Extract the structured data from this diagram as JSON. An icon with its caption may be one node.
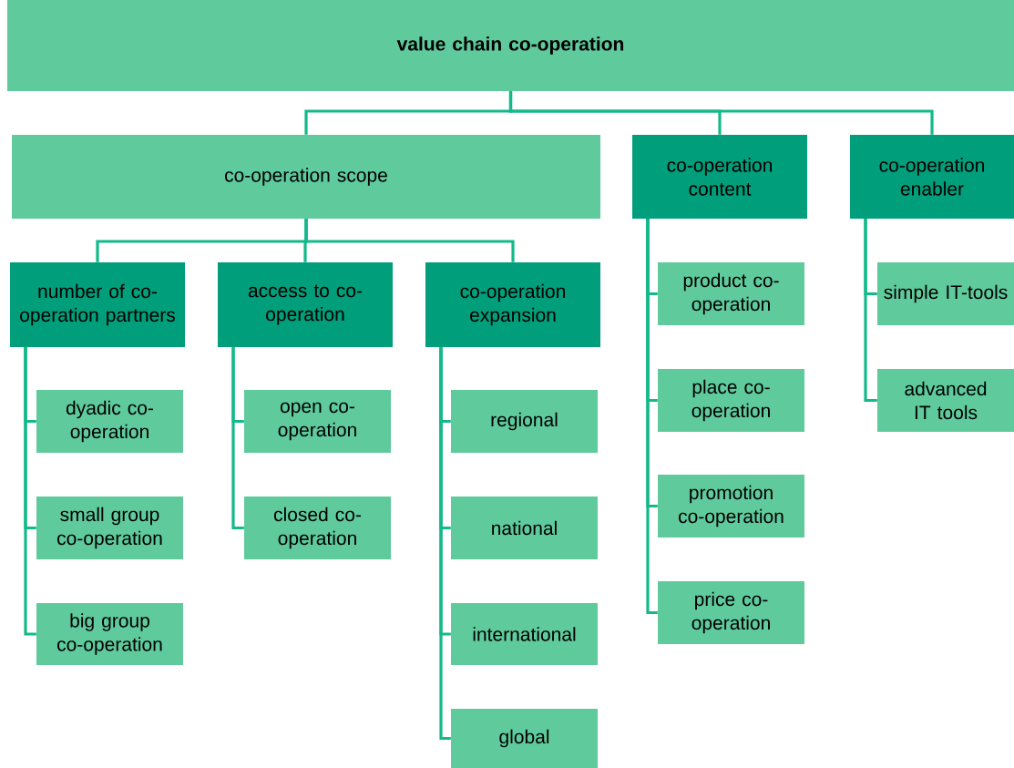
{
  "diagram": {
    "nodes": [
      {
        "text": [
          "value chain co-operation"
        ]
      },
      {
        "text": [
          "co-operation scope"
        ]
      },
      {
        "text": [
          "co-operation content"
        ]
      },
      {
        "text": [
          "co-operation enabler"
        ]
      },
      {
        "text": [
          "number of co-operation partners"
        ]
      },
      {
        "text": [
          "access to co-operation"
        ]
      },
      {
        "text": [
          "co-operation expansion"
        ]
      },
      {
        "text": [
          "dyadic co-operation"
        ]
      },
      {
        "text": [
          "small group co-operation"
        ]
      },
      {
        "text": [
          "big group co-operation"
        ]
      },
      {
        "text": [
          "open co-operation"
        ]
      },
      {
        "text": [
          "closed co-operation"
        ]
      },
      {
        "text": [
          "regional"
        ]
      },
      {
        "text": [
          "national"
        ]
      },
      {
        "text": [
          "international"
        ]
      },
      {
        "text": [
          "global"
        ]
      },
      {
        "text": [
          "product co-operation"
        ]
      },
      {
        "text": [
          "place co-operation"
        ]
      },
      {
        "text": [
          "promotion co-operation"
        ]
      },
      {
        "text": [
          "price co-operation"
        ]
      },
      {
        "text": [
          "simple IT-tools"
        ]
      },
      {
        "text": [
          "advanced IT tools"
        ]
      }
    ],
    "edges": [
      {
        "from": 0,
        "to": 1,
        "arrow": "none"
      },
      {
        "from": 0,
        "to": 2,
        "arrow": "none"
      },
      {
        "from": 0,
        "to": 3,
        "arrow": "none"
      },
      {
        "from": 1,
        "to": 4,
        "arrow": "none"
      },
      {
        "from": 1,
        "to": 5,
        "arrow": "none"
      },
      {
        "from": 1,
        "to": 6,
        "arrow": "none"
      },
      {
        "from": 4,
        "to": 7,
        "arrow": "none"
      },
      {
        "from": 4,
        "to": 8,
        "arrow": "none"
      },
      {
        "from": 4,
        "to": 9,
        "arrow": "none"
      },
      {
        "from": 5,
        "to": 10,
        "arrow": "none"
      },
      {
        "from": 5,
        "to": 11,
        "arrow": "none"
      },
      {
        "from": 6,
        "to": 12,
        "arrow": "none"
      },
      {
        "from": 6,
        "to": 13,
        "arrow": "none"
      },
      {
        "from": 6,
        "to": 14,
        "arrow": "none"
      },
      {
        "from": 6,
        "to": 15,
        "arrow": "none"
      },
      {
        "from": 2,
        "to": 16,
        "arrow": "none"
      },
      {
        "from": 2,
        "to": 17,
        "arrow": "none"
      },
      {
        "from": 2,
        "to": 18,
        "arrow": "none"
      },
      {
        "from": 2,
        "to": 19,
        "arrow": "none"
      },
      {
        "from": 3,
        "to": 20,
        "arrow": "none"
      },
      {
        "from": 3,
        "to": 21,
        "arrow": "none"
      }
    ]
  }
}
